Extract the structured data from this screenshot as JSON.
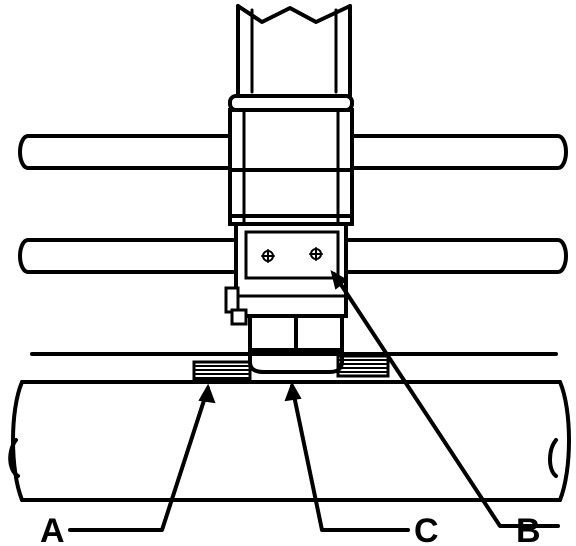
{
  "diagram": {
    "labels": {
      "a": "A",
      "b": "B",
      "c": "C"
    },
    "colors": {
      "ink": "#000000",
      "paper": "#ffffff"
    }
  }
}
